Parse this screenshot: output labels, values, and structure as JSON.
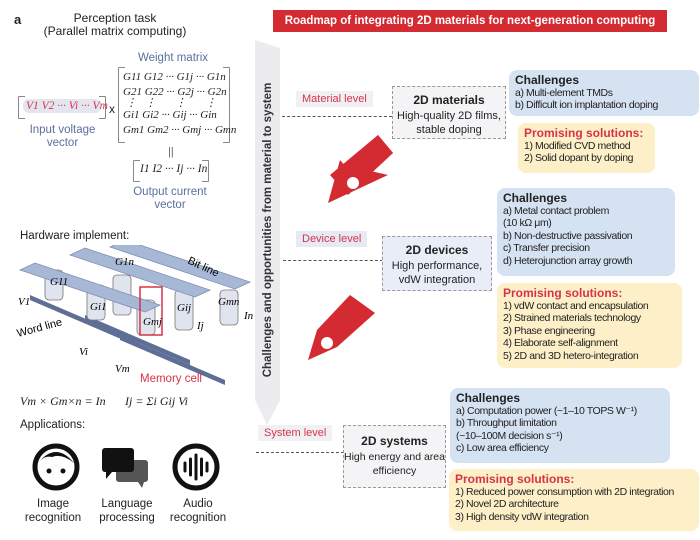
{
  "panel_label": "a",
  "left": {
    "title": "Perception task",
    "subtitle": "(Parallel matrix computing)",
    "weight_matrix_label": "Weight matrix",
    "matrix_rows": [
      "G11 G12 ··· G1j ··· G1n",
      "G21 G22 ··· G2j ··· G2n",
      "Gi1 Gi2 ··· Gij ··· Gin",
      "Gm1 Gm2 ··· Gmj ··· Gmn"
    ],
    "input_vector": "V1 V2 ··· Vi ··· Vm",
    "times": "x",
    "input_label": "Input voltage vector",
    "equals": "||",
    "output_vector": "I1 I2 ··· Ij ··· In",
    "output_label": "Output current vector",
    "hardware_label": "Hardware implement:",
    "bit_line": "Bit line",
    "word_line": "Word line",
    "memory_cell": "Memory cell",
    "crossbar_labels": {
      "v1": "V1",
      "vi": "Vi",
      "vm": "Vm",
      "in": "In",
      "ij": "Ij",
      "g11": "G11",
      "gmn": "Gmn",
      "gmj": "Gmj",
      "gij": "Gij",
      "gi1": "Gi1",
      "g1n": "G1n"
    },
    "equation1": "Vm × Gm×n = In",
    "equation2": "Ij = Σi Gij Vi",
    "applications_label": "Applications:",
    "applications": [
      {
        "icon": "face-icon",
        "label": "Image recognition"
      },
      {
        "icon": "chat-bubbles-icon",
        "label": "Language processing"
      },
      {
        "icon": "audio-wave-icon",
        "label": "Audio recognition"
      }
    ]
  },
  "right": {
    "banner": "Roadmap of integrating 2D materials for next-generation computing",
    "axis_label": "Challenges and opportunities from material to system",
    "colors": {
      "accent": "#d42a32",
      "challenge_bg": "#d5e2f2",
      "solution_bg": "#fdf0c8"
    },
    "levels": [
      {
        "level": "Material level",
        "box_title": "2D materials",
        "box_text": "High-quality 2D films, stable doping",
        "challenges_title": "Challenges",
        "challenges": [
          "a) Multi-element TMDs",
          "b) Difficult ion implantation doping"
        ],
        "solutions_title": "Promising solutions:",
        "solutions": [
          "1) Modified CVD method",
          "2) Solid dopant by doping"
        ]
      },
      {
        "level": "Device level",
        "box_title": "2D devices",
        "box_text": "High performance, vdW integration",
        "challenges_title": "Challenges",
        "challenges": [
          "a) Metal contact problem",
          "(10 kΩ μm)",
          "b) Non-destructive passivation",
          "c) Transfer precision",
          "d) Heterojunction array growth"
        ],
        "solutions_title": "Promising solutions:",
        "solutions": [
          "1) vdW contact and encapsulation",
          "2) Strained materials technology",
          "3) Phase engineering",
          "4) Elaborate self-alignment",
          "5) 2D and 3D hetero-integration"
        ]
      },
      {
        "level": "System level",
        "box_title": "2D systems",
        "box_text": "High energy and area efficiency",
        "challenges_title": "Challenges",
        "challenges": [
          "a) Computation power (~1–10 TOPS W⁻¹)",
          "b) Throughput limitation",
          "(~10–100M decision s⁻¹)",
          "c) Low area efficiency"
        ],
        "solutions_title": "Promising solutions:",
        "solutions": [
          "1) Reduced power consumption with 2D integration",
          "2) Novel 2D architecture",
          "3) High density vdW integration"
        ]
      }
    ]
  }
}
